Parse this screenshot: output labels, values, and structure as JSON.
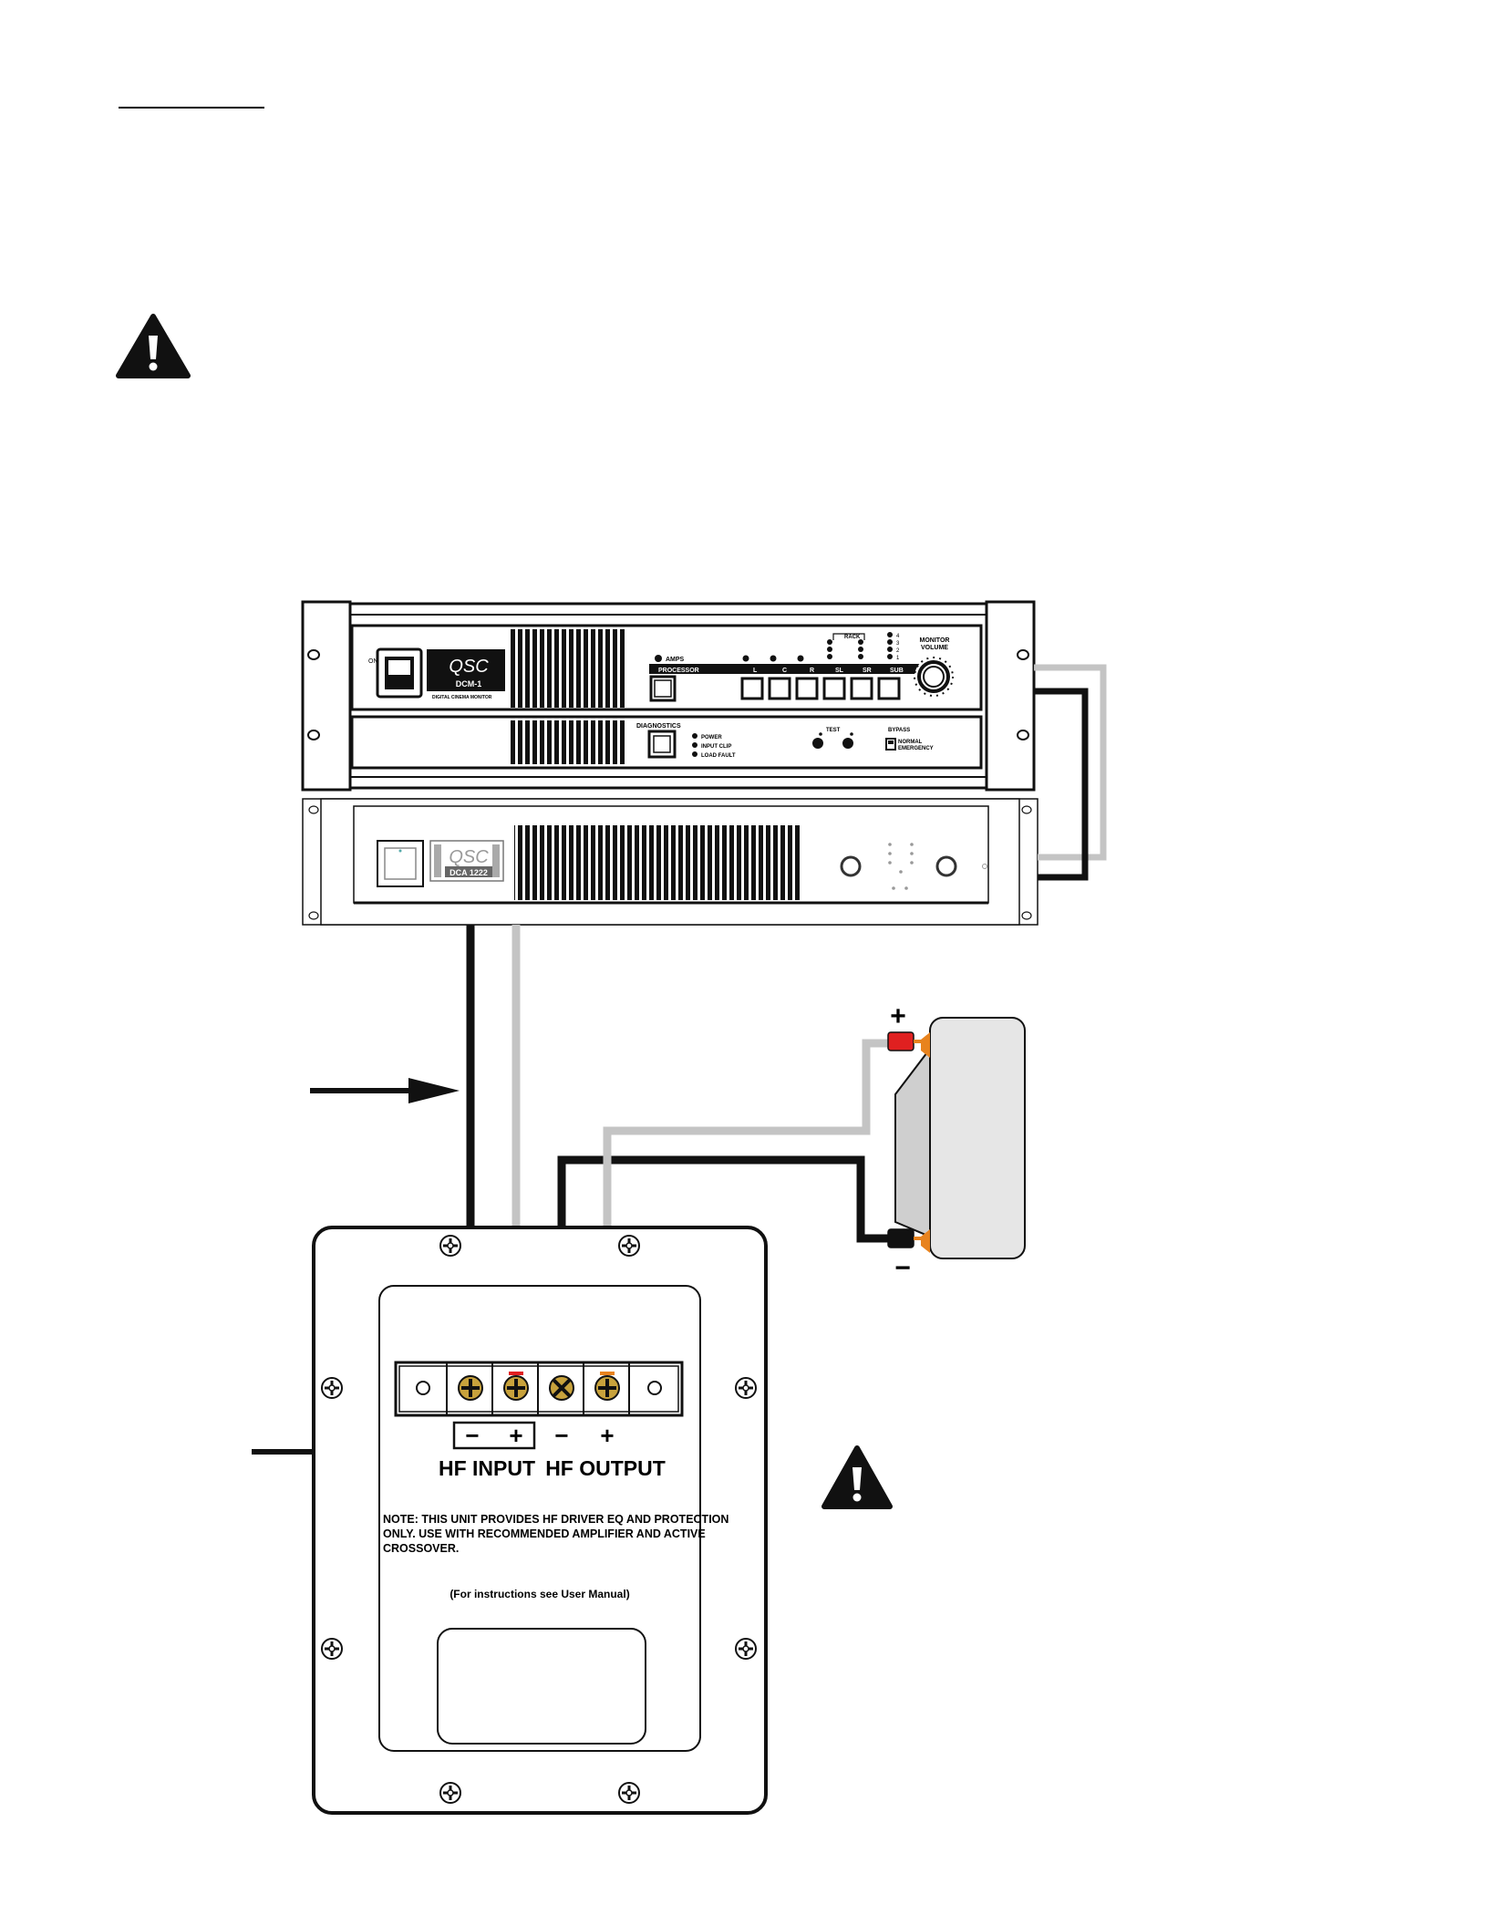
{
  "processor": {
    "brand": "QSC",
    "model": "DCM-1",
    "subtitle": "DIGITAL CINEMA MONITOR",
    "switch_label": "ON",
    "amps_label": "AMPS",
    "processor_label": "PROCESSOR",
    "channels": [
      "L",
      "C",
      "R",
      "SL",
      "SR",
      "SUB"
    ],
    "rack_label": "RACK",
    "rack_numbers": [
      "4",
      "3",
      "2",
      "1"
    ],
    "monitor_volume_label": [
      "MONITOR",
      "VOLUME"
    ],
    "diagnostics_label": "DIAGNOSTICS",
    "diag_leds": [
      "POWER",
      "INPUT CLIP",
      "LOAD FAULT"
    ],
    "test_label": "TEST",
    "bypass_label": "BYPASS",
    "bypass_options": [
      "NORMAL",
      "EMERGENCY"
    ]
  },
  "amplifier": {
    "brand": "QSC",
    "model": "DCA 1222"
  },
  "speaker": {
    "plus_label": "+",
    "minus_label": "−"
  },
  "panel": {
    "minus_label": "−",
    "plus_label": "+",
    "hf_input": "HF INPUT",
    "hf_output": "HF OUTPUT",
    "note_lines": [
      "NOTE: THIS UNIT PROVIDES HF DRIVER EQ AND PROTECTION",
      "ONLY. USE WITH RECOMMENDED AMPLIFIER AND ACTIVE",
      "CROSSOVER."
    ],
    "instructions": "(For instructions see User Manual)"
  },
  "colors": {
    "black_wire": "#111111",
    "gray_wire": "#c4c4c4",
    "speaker_body": "#e6e6e6",
    "speaker_cone": "#cfcfcf",
    "terminal_red": "#e02020",
    "terminal_orange": "#e8831e",
    "gold": "#c8a23c"
  }
}
